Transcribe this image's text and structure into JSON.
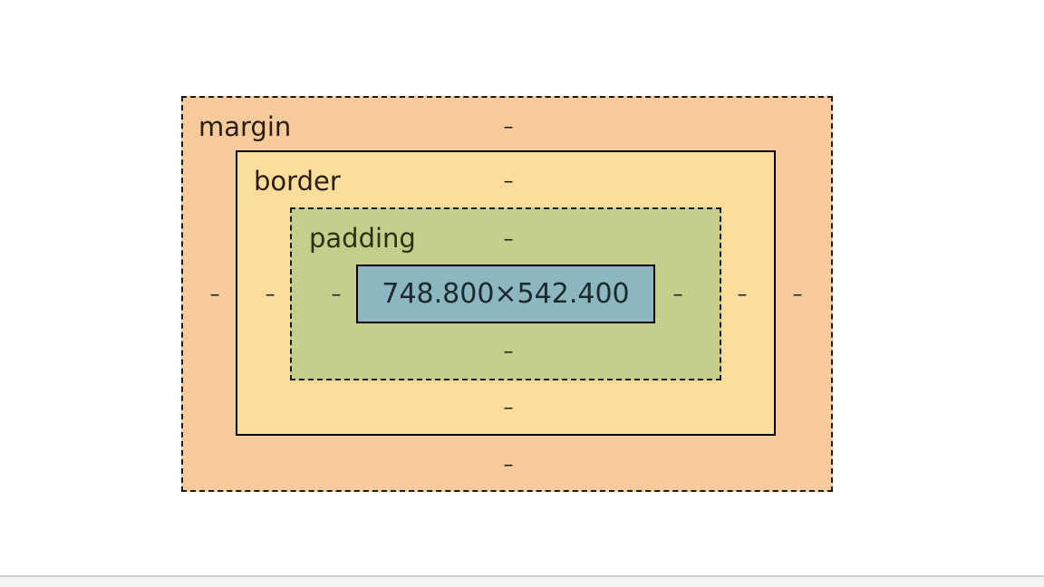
{
  "box_model": {
    "margin": {
      "label": "margin",
      "top": "–",
      "right": "–",
      "bottom": "–",
      "left": "–"
    },
    "border": {
      "label": "border",
      "top": "–",
      "right": "–",
      "bottom": "–",
      "left": "–"
    },
    "padding": {
      "label": "padding",
      "top": "–",
      "right": "–",
      "bottom": "–",
      "left": "–"
    },
    "content": {
      "size": "748.800×542.400"
    }
  },
  "colors": {
    "margin": "#f7cb9b",
    "border": "#fddd9b",
    "padding": "#c3cf8b",
    "content": "#8cb6c0"
  }
}
